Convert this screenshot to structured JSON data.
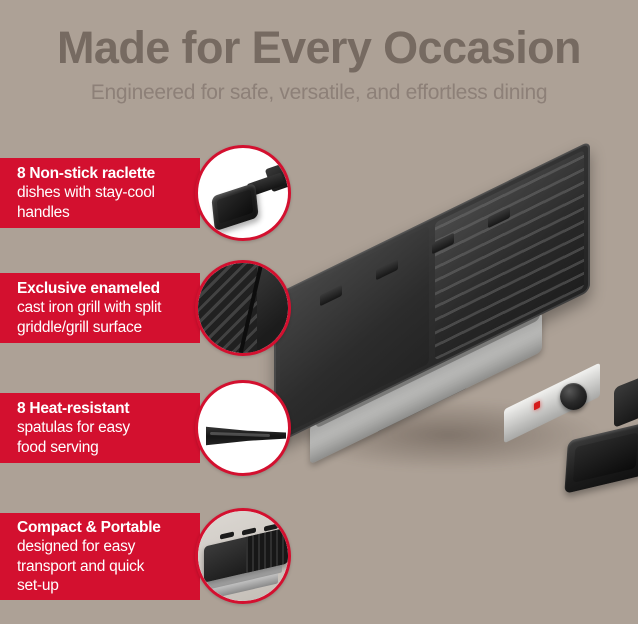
{
  "header": {
    "title": "Made for Every Occasion",
    "subtitle": "Engineered for safe, versatile, and effortless dining"
  },
  "colors": {
    "background": "#ada196",
    "banner_red": "#d3102f",
    "title_text": "#766a61",
    "subtitle_text": "#8d8078",
    "banner_text": "#ffffff",
    "led_red": "#d51b1b"
  },
  "features": [
    {
      "lead": "8 Non-stick raclette",
      "rest": "dishes with stay-cool\nhandles",
      "rest_lines": [
        "dishes with stay-cool",
        "handles"
      ],
      "badge_icon": "raclette-dish-icon"
    },
    {
      "lead": "Exclusive enameled",
      "rest": "cast iron grill with split\ngriddle/grill surface",
      "rest_lines": [
        "cast iron grill with split",
        "griddle/grill surface"
      ],
      "badge_icon": "cast-iron-surface-icon"
    },
    {
      "lead": "8 Heat-resistant",
      "rest": "spatulas for easy\nfood serving",
      "rest_lines": [
        "spatulas for easy",
        "food serving"
      ],
      "badge_icon": "spatula-icon"
    },
    {
      "lead": "Compact & Portable",
      "rest": "designed for easy\ntransport and quick\nset-up",
      "rest_lines": [
        "designed for easy",
        "transport and quick",
        "set-up"
      ],
      "badge_icon": "compact-grill-icon"
    }
  ],
  "product": {
    "name": "raclette-grill",
    "description": "Stainless steel raclette grill with reversible split griddle and grill plate, control knob and raclette dishes"
  }
}
